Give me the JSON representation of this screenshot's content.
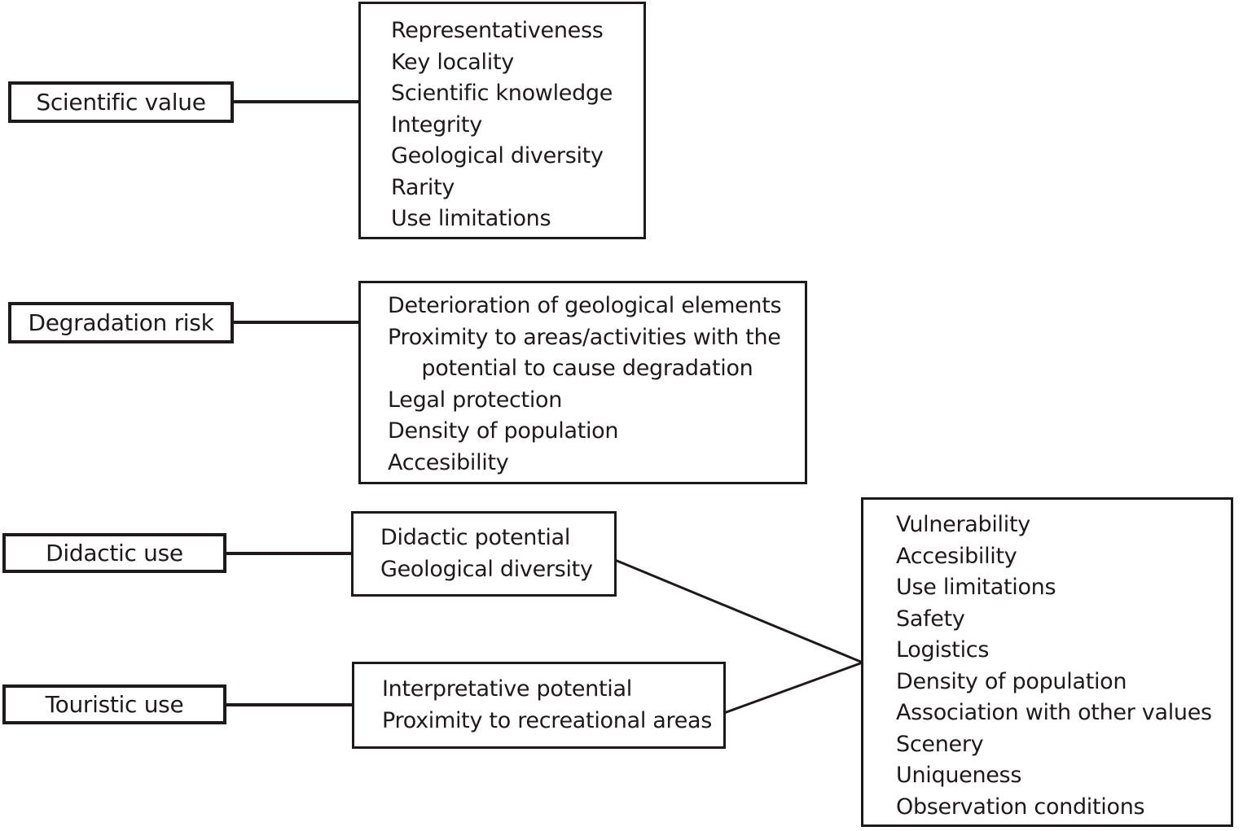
{
  "diagram": {
    "title_hint": "Geosite assessment criteria diagram",
    "rows": [
      {
        "label": "Scientific value",
        "criteria": [
          "Representativeness",
          "Key locality",
          "Scientific knowledge",
          "Integrity",
          "Geological diversity",
          "Rarity",
          "Use limitations"
        ]
      },
      {
        "label": "Degradation risk",
        "criteria": [
          "Deterioration of geological elements",
          "Proximity to areas/activities with the",
          "     potential to cause degradation",
          "Legal protection",
          "Density of population",
          "Accesibility"
        ]
      },
      {
        "label": "Didactic use",
        "criteria": [
          "Didactic potential",
          "Geological diversity"
        ]
      },
      {
        "label": "Touristic use",
        "criteria": [
          "Interpretative potential",
          "Proximity to recreational areas"
        ]
      }
    ],
    "shared_criteria": [
      "Vulnerability",
      "Accesibility",
      "Use limitations",
      "Safety",
      "Logistics",
      "Density of population",
      "Association with other values",
      "Scenery",
      "Uniqueness",
      "Observation conditions"
    ]
  },
  "colors": {
    "ink": "#1e1a1b",
    "background": "#ffffff"
  }
}
